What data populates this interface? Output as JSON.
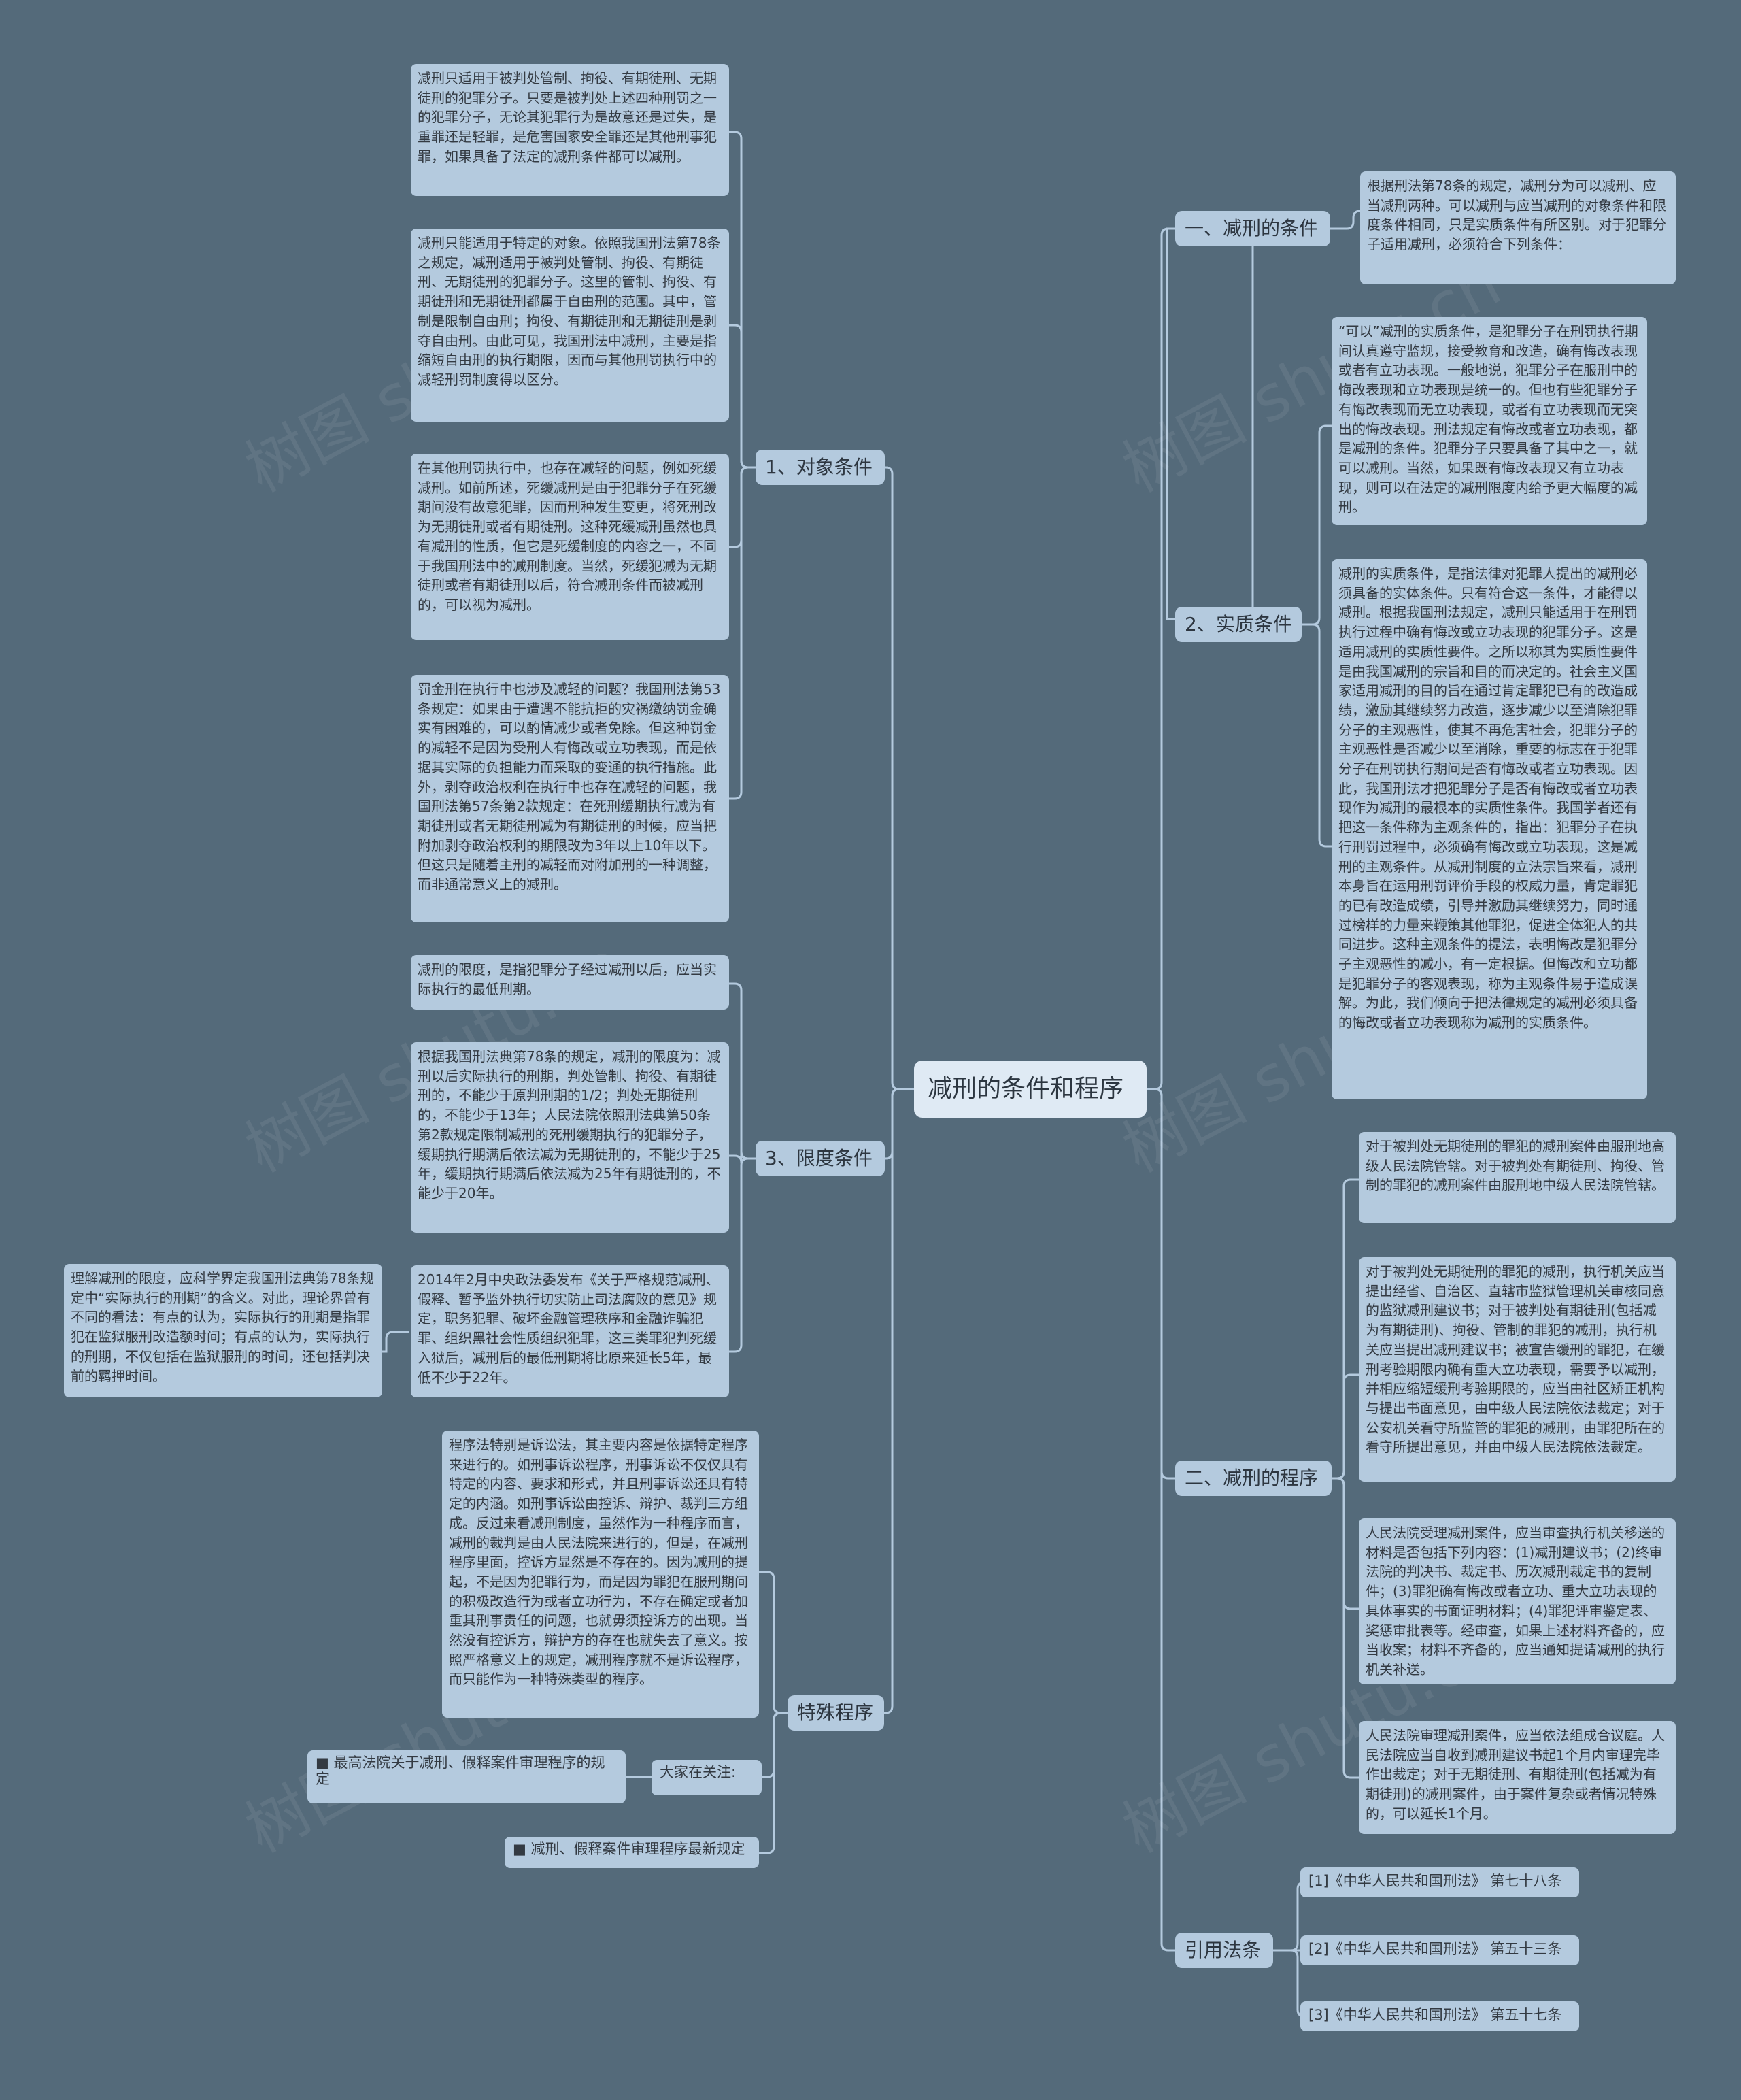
{
  "root": {
    "title": "减刑的条件和程序"
  },
  "branches": {
    "b1": "1、对象条件",
    "b3": "3、限度条件",
    "b_special": "特殊程序",
    "b_r1": "一、减刑的条件",
    "b_r2": "2、实质条件",
    "b_r3": "二、减刑的程序",
    "b_r4": "引用法条"
  },
  "notes": {
    "l1": "减刑只适用于被判处管制、拘役、有期徒刑、无期徒刑的犯罪分子。只要是被判处上述四种刑罚之一的犯罪分子，无论其犯罪行为是故意还是过失，是重罪还是轻罪，是危害国家安全罪还是其他刑事犯罪，如果具备了法定的减刑条件都可以减刑。",
    "l2": "减刑只能适用于特定的对象。依照我国刑法第78条之规定，减刑适用于被判处管制、拘役、有期徒刑、无期徒刑的犯罪分子。这里的管制、拘役、有期徒刑和无期徒刑都属于自由刑的范围。其中，管制是限制自由刑；拘役、有期徒刑和无期徒刑是剥夺自由刑。由此可见，我国刑法中减刑，主要是指缩短自由刑的执行期限，因而与其他刑罚执行中的减轻刑罚制度得以区分。",
    "l3": "在其他刑罚执行中，也存在减轻的问题，例如死缓减刑。如前所述，死缓减刑是由于犯罪分子在死缓期间没有故意犯罪，因而刑种发生变更，将死刑改为无期徒刑或者有期徒刑。这种死缓减刑虽然也具有减刑的性质，但它是死缓制度的内容之一，不同于我国刑法中的减刑制度。当然，死缓犯减为无期徒刑或者有期徒刑以后，符合减刑条件而被减刑的，可以视为减刑。",
    "l4": "罚金刑在执行中也涉及减轻的问题？我国刑法第53条规定：如果由于遭遇不能抗拒的灾祸缴纳罚金确实有困难的，可以酌情减少或者免除。但这种罚金的减轻不是因为受刑人有悔改或立功表现，而是依据其实际的负担能力而采取的变通的执行措施。此外，剥夺政治权利在执行中也存在减轻的问题，我国刑法第57条第2款规定：在死刑缓期执行减为有期徒刑或者无期徒刑减为有期徒刑的时候，应当把附加剥夺政治权利的期限改为3年以上10年以下。但这只是随着主刑的减轻而对附加刑的一种调整，而非通常意义上的减刑。",
    "l5": "减刑的限度，是指犯罪分子经过减刑以后，应当实际执行的最低刑期。",
    "l6": "根据我国刑法典第78条的规定，减刑的限度为：减刑以后实际执行的刑期，判处管制、拘役、有期徒刑的，不能少于原判刑期的1/2；判处无期徒刑的，不能少于13年；人民法院依照刑法典第50条第2款规定限制减刑的死刑缓期执行的犯罪分子，缓期执行期满后依法减为无期徒刑的，不能少于25年，缓期执行期满后依法减为25年有期徒刑的，不能少于20年。",
    "l7": "2014年2月中央政法委发布《关于严格规范减刑、假释、暂予监外执行切实防止司法腐败的意见》规定，职务犯罪、破坏金融管理秩序和金融诈骗犯罪、组织黑社会性质组织犯罪，这三类罪犯判死缓入狱后，减刑后的最低刑期将比原来延长5年，最低不少于22年。",
    "l7a": "理解减刑的限度，应科学界定我国刑法典第78条规定中“实际执行的刑期”的含义。对此，理论界曾有不同的看法：有点的认为，实际执行的刑期是指罪犯在监狱服刑改造额时间；有点的认为，实际执行的刑期，不仅包括在监狱服刑的时间，还包括判决前的羁押时间。",
    "l8": "程序法特别是诉讼法，其主要内容是依据特定程序来进行的。如刑事诉讼程序，刑事诉讼不仅仅具有特定的内容、要求和形式，并且刑事诉讼还具有特定的内涵。如刑事诉讼由控诉、辩护、裁判三方组成。反过来看减刑制度，虽然作为一种程序而言，减刑的裁判是由人民法院来进行的，但是，在减刑程序里面，控诉方显然是不存在的。因为减刑的提起，不是因为犯罪行为，而是因为罪犯在服刑期间的积极改造行为或者立功行为，不存在确定或者加重其刑事责任的问题，也就毋须控诉方的出现。当然没有控诉方，辩护方的存在也就失去了意义。按照严格意义上的规定，减刑程序就不是诉讼程序，而只能作为一种特殊类型的程序。",
    "l9": "大家在关注:",
    "l9a": "■ 最高法院关于减刑、假释案件审理程序的规定",
    "l10": "■ 减刑、假释案件审理程序最新规定",
    "r1": "根据刑法第78条的规定，减刑分为可以减刑、应当减刑两种。可以减刑与应当减刑的对象条件和限度条件相同，只是实质条件有所区别。对于犯罪分子适用减刑，必须符合下列条件：",
    "r2a": "“可以”减刑的实质条件，是犯罪分子在刑罚执行期间认真遵守监规，接受教育和改造，确有悔改表现或者有立功表现。一般地说，犯罪分子在服刑中的悔改表现和立功表现是统一的。但也有些犯罪分子有悔改表现而无立功表现，或者有立功表现而无突出的悔改表现。刑法规定有悔改或者立功表现，都是减刑的条件。犯罪分子只要具备了其中之一，就可以减刑。当然，如果既有悔改表现又有立功表现，则可以在法定的减刑限度内给予更大幅度的减刑。",
    "r2b": "减刑的实质条件，是指法律对犯罪人提出的减刑必须具备的实体条件。只有符合这一条件，才能得以减刑。根据我国刑法规定，减刑只能适用于在刑罚执行过程中确有悔改或立功表现的犯罪分子。这是适用减刑的实质性要件。之所以称其为实质性要件是由我国减刑的宗旨和目的而决定的。社会主义国家适用减刑的目的旨在通过肯定罪犯已有的改造成绩，激励其继续努力改造，逐步减少以至消除犯罪分子的主观恶性，使其不再危害社会，犯罪分子的主观恶性是否减少以至消除，重要的标志在于犯罪分子在刑罚执行期间是否有悔改或者立功表现。因此，我国刑法才把犯罪分子是否有悔改或者立功表现作为减刑的最根本的实质性条件。我国学者还有把这一条件称为主观条件的，指出：犯罪分子在执行刑罚过程中，必须确有悔改或立功表现，这是减刑的主观条件。从减刑制度的立法宗旨来看，减刑本身旨在运用刑罚评价手段的权威力量，肯定罪犯的已有改造成绩，引导并激励其继续努力，同时通过榜样的力量来鞭策其他罪犯，促进全体犯人的共同进步。这种主观条件的提法，表明悔改是犯罪分子主观恶性的减小，有一定根据。但悔改和立功都是犯罪分子的客观表现，称为主观条件易于造成误解。为此，我们倾向于把法律规定的减刑必须具备的悔改或者立功表现称为减刑的实质条件。",
    "r3a": "对于被判处无期徒刑的罪犯的减刑案件由服刑地高级人民法院管辖。对于被判处有期徒刑、拘役、管制的罪犯的减刑案件由服刑地中级人民法院管辖。",
    "r3b": "对于被判处无期徒刑的罪犯的减刑，执行机关应当提出经省、自治区、直辖市监狱管理机关审核同意的监狱减刑建议书；对于被判处有期徒刑(包括减为有期徒刑)、拘役、管制的罪犯的减刑，执行机关应当提出减刑建议书；被宣告缓刑的罪犯，在缓刑考验期限内确有重大立功表现，需要予以减刑，并相应缩短缓刑考验期限的，应当由社区矫正机构与提出书面意见，由中级人民法院依法裁定；对于公安机关看守所监管的罪犯的减刑，由罪犯所在的看守所提出意见，并由中级人民法院依法裁定。",
    "r3c": "人民法院受理减刑案件，应当审查执行机关移送的材料是否包括下列内容：(1)减刑建议书；(2)终审法院的判决书、裁定书、历次减刑裁定书的复制件；(3)罪犯确有悔改或者立功、重大立功表现的具体事实的书面证明材料；(4)罪犯评审鉴定表、奖惩审批表等。经审查，如果上述材料齐备的，应当收案；材料不齐备的，应当通知提请减刑的执行机关补送。",
    "r3d": "人民法院审理减刑案件，应当依法组成合议庭。人民法院应当自收到减刑建议书起1个月内审理完毕作出裁定；对于无期徒刑、有期徒刑(包括减为有期徒刑)的减刑案件，由于案件复杂或者情况特殊的，可以延长1个月。",
    "ref1": "[1]《中华人民共和国刑法》 第七十八条",
    "ref2": "[2]《中华人民共和国刑法》 第五十三条",
    "ref3": "[3]《中华人民共和国刑法》 第五十七条"
  },
  "watermark": "树图 shutu.cn",
  "colors": {
    "background": "#546a7a",
    "node": "#b4cade",
    "root": "#dfeaf4",
    "line": "#b4cade"
  }
}
